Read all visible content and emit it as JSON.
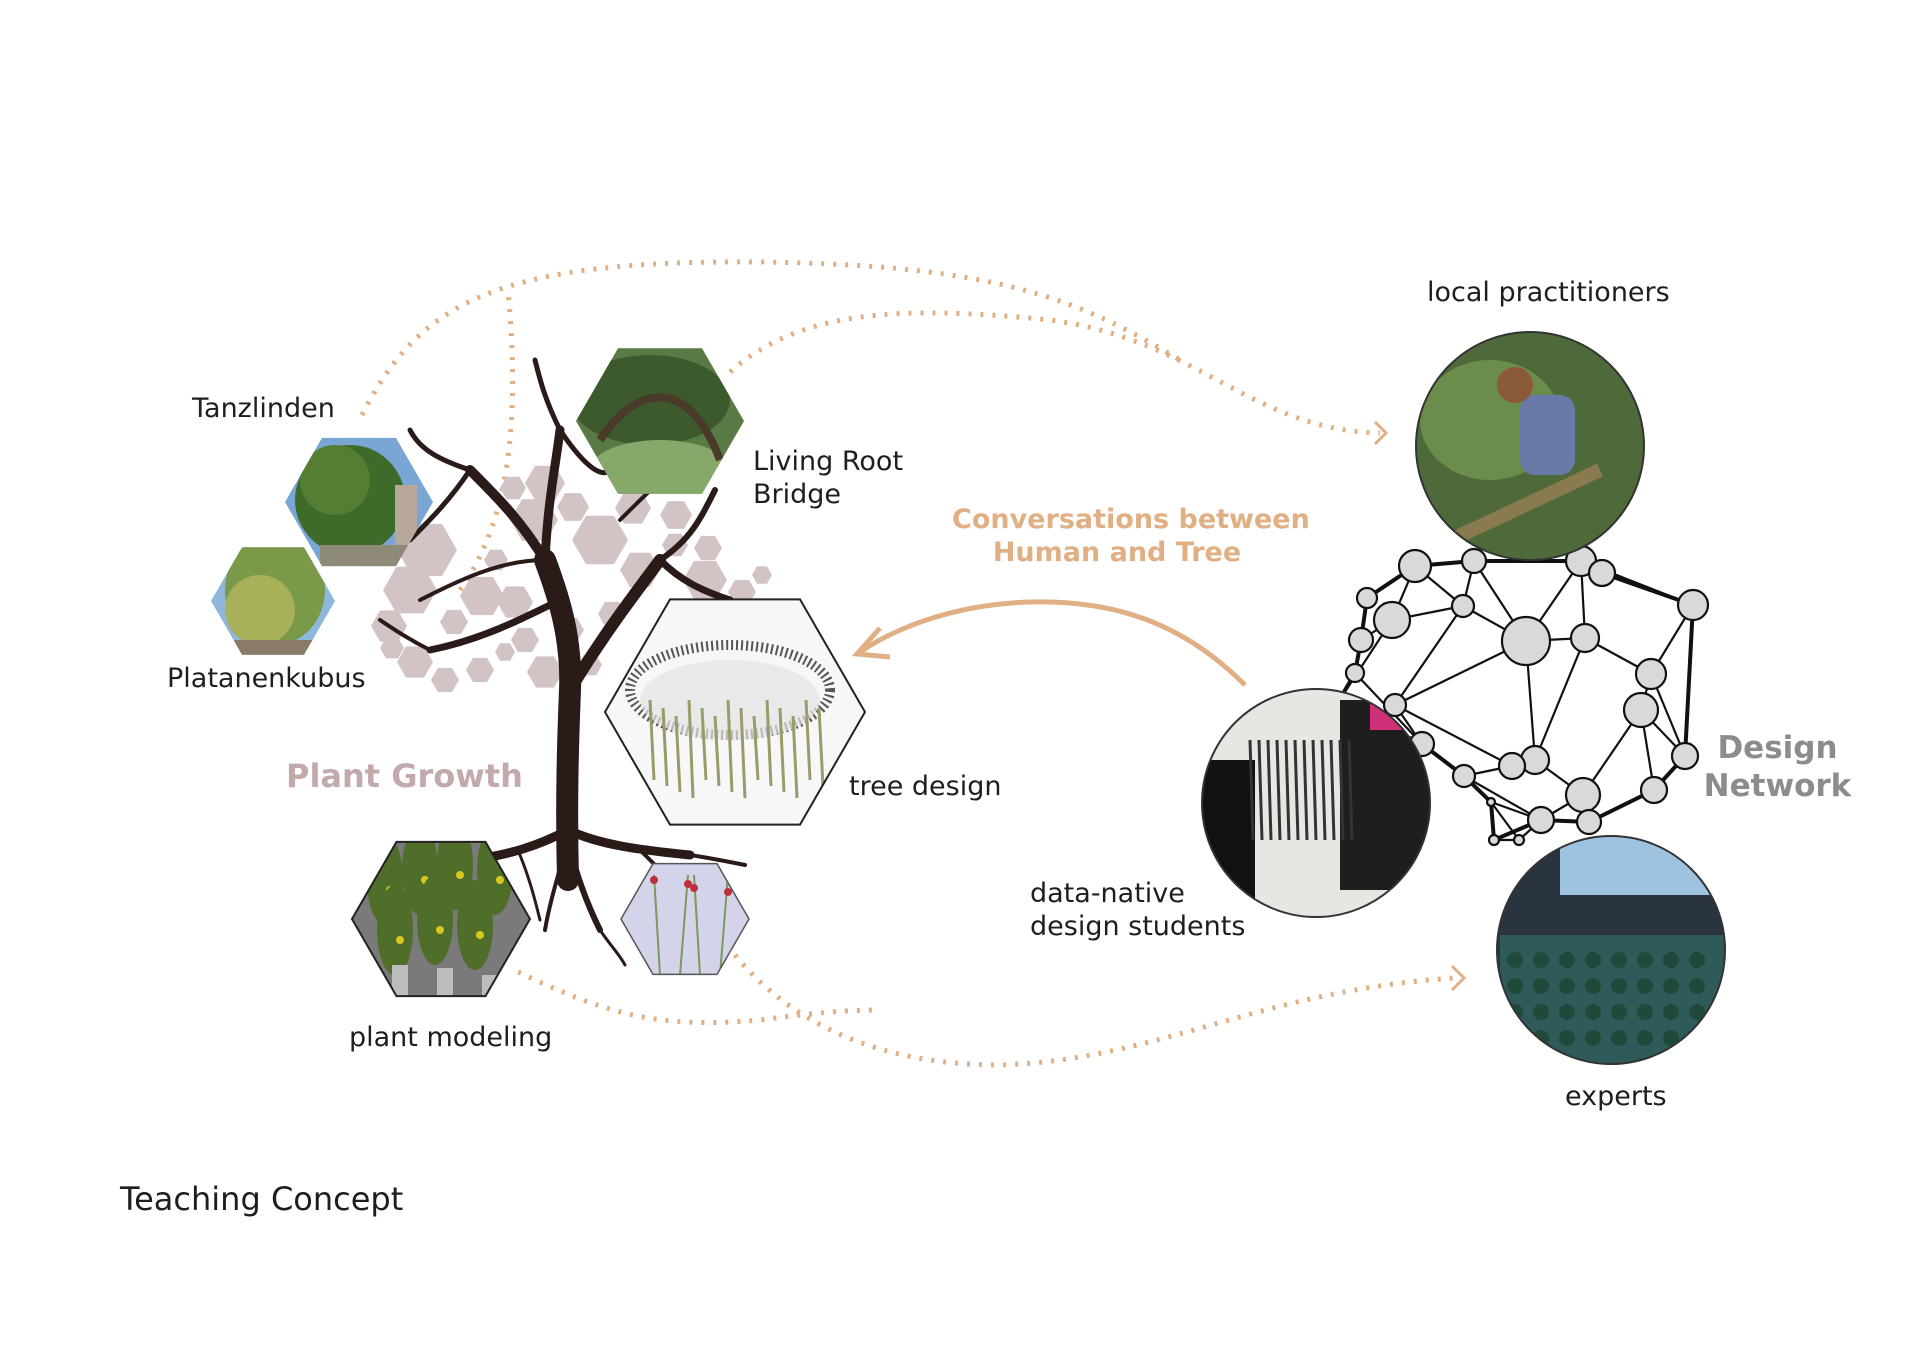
{
  "diagram": {
    "title": "Teaching Concept",
    "left_group": {
      "heading": "Plant Growth",
      "color": "#c2a9ab",
      "items": [
        {
          "label": "Tanzlinden",
          "image": "lime-tree-dance-photo"
        },
        {
          "label": "Platanenkubus",
          "image": "plane-tree-cube-photo"
        },
        {
          "label": "Living Root Bridge",
          "label_lines": [
            "Living Root",
            "Bridge"
          ],
          "image": "living-root-bridge-photo"
        },
        {
          "label": "tree design",
          "image": "woven-tree-structure-render"
        },
        {
          "label": "plant modeling",
          "image": "tomato-plant-model-render"
        },
        {
          "label": "",
          "image": "flowering-plant-model-render"
        }
      ]
    },
    "center": {
      "heading_lines": [
        "Conversations between",
        "Human and Tree"
      ],
      "color": "#e0b084"
    },
    "right_group": {
      "heading_lines": [
        "Design",
        "Network"
      ],
      "color": "#8c8c8c",
      "items": [
        {
          "label": "local practitioners",
          "image": "practitioner-in-forest-photo"
        },
        {
          "label": "data-native design students",
          "label_lines": [
            "data-native",
            "design students"
          ],
          "image": "students-building-model-photo"
        },
        {
          "label": "experts",
          "image": "seedling-tray-photo"
        }
      ]
    },
    "colors": {
      "accent_orange": "#e0b084",
      "tree_brown": "#2a1a18",
      "hex_mauve": "#d2c4c4",
      "network_node": "#d9d9d9",
      "text": "#1e1e1e"
    }
  }
}
